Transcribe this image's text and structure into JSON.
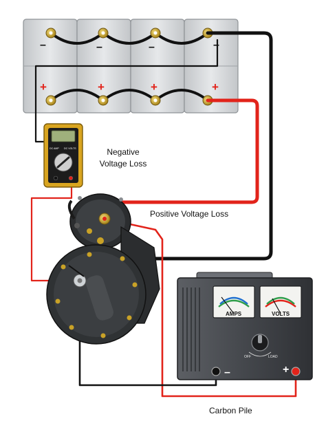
{
  "labels": {
    "negative_voltage_loss_line1": "Negative",
    "negative_voltage_loss_line2": "Voltage Loss",
    "positive_voltage_loss": "Positive Voltage Loss",
    "carbon_pile": "Carbon Pile"
  },
  "battery": {
    "count": 4,
    "negative_sign": "–",
    "positive_sign": "+"
  },
  "meter": {
    "left_scale": "DC AMP",
    "right_scale": "DC VOLTS"
  },
  "carbon_pile_tester": {
    "amps_label": "AMPS",
    "volts_label": "VOLTS",
    "off_label": "OFF",
    "load_label": "LOAD",
    "negative_terminal": "–",
    "positive_terminal": "+"
  },
  "colors": {
    "wire_red": "#e2231a",
    "wire_black": "#111111",
    "battery_case": "#d7d9db",
    "terminal_brass": "#c9a227",
    "meter_body": "#d9a520",
    "tester_body": "#4a4d52"
  }
}
